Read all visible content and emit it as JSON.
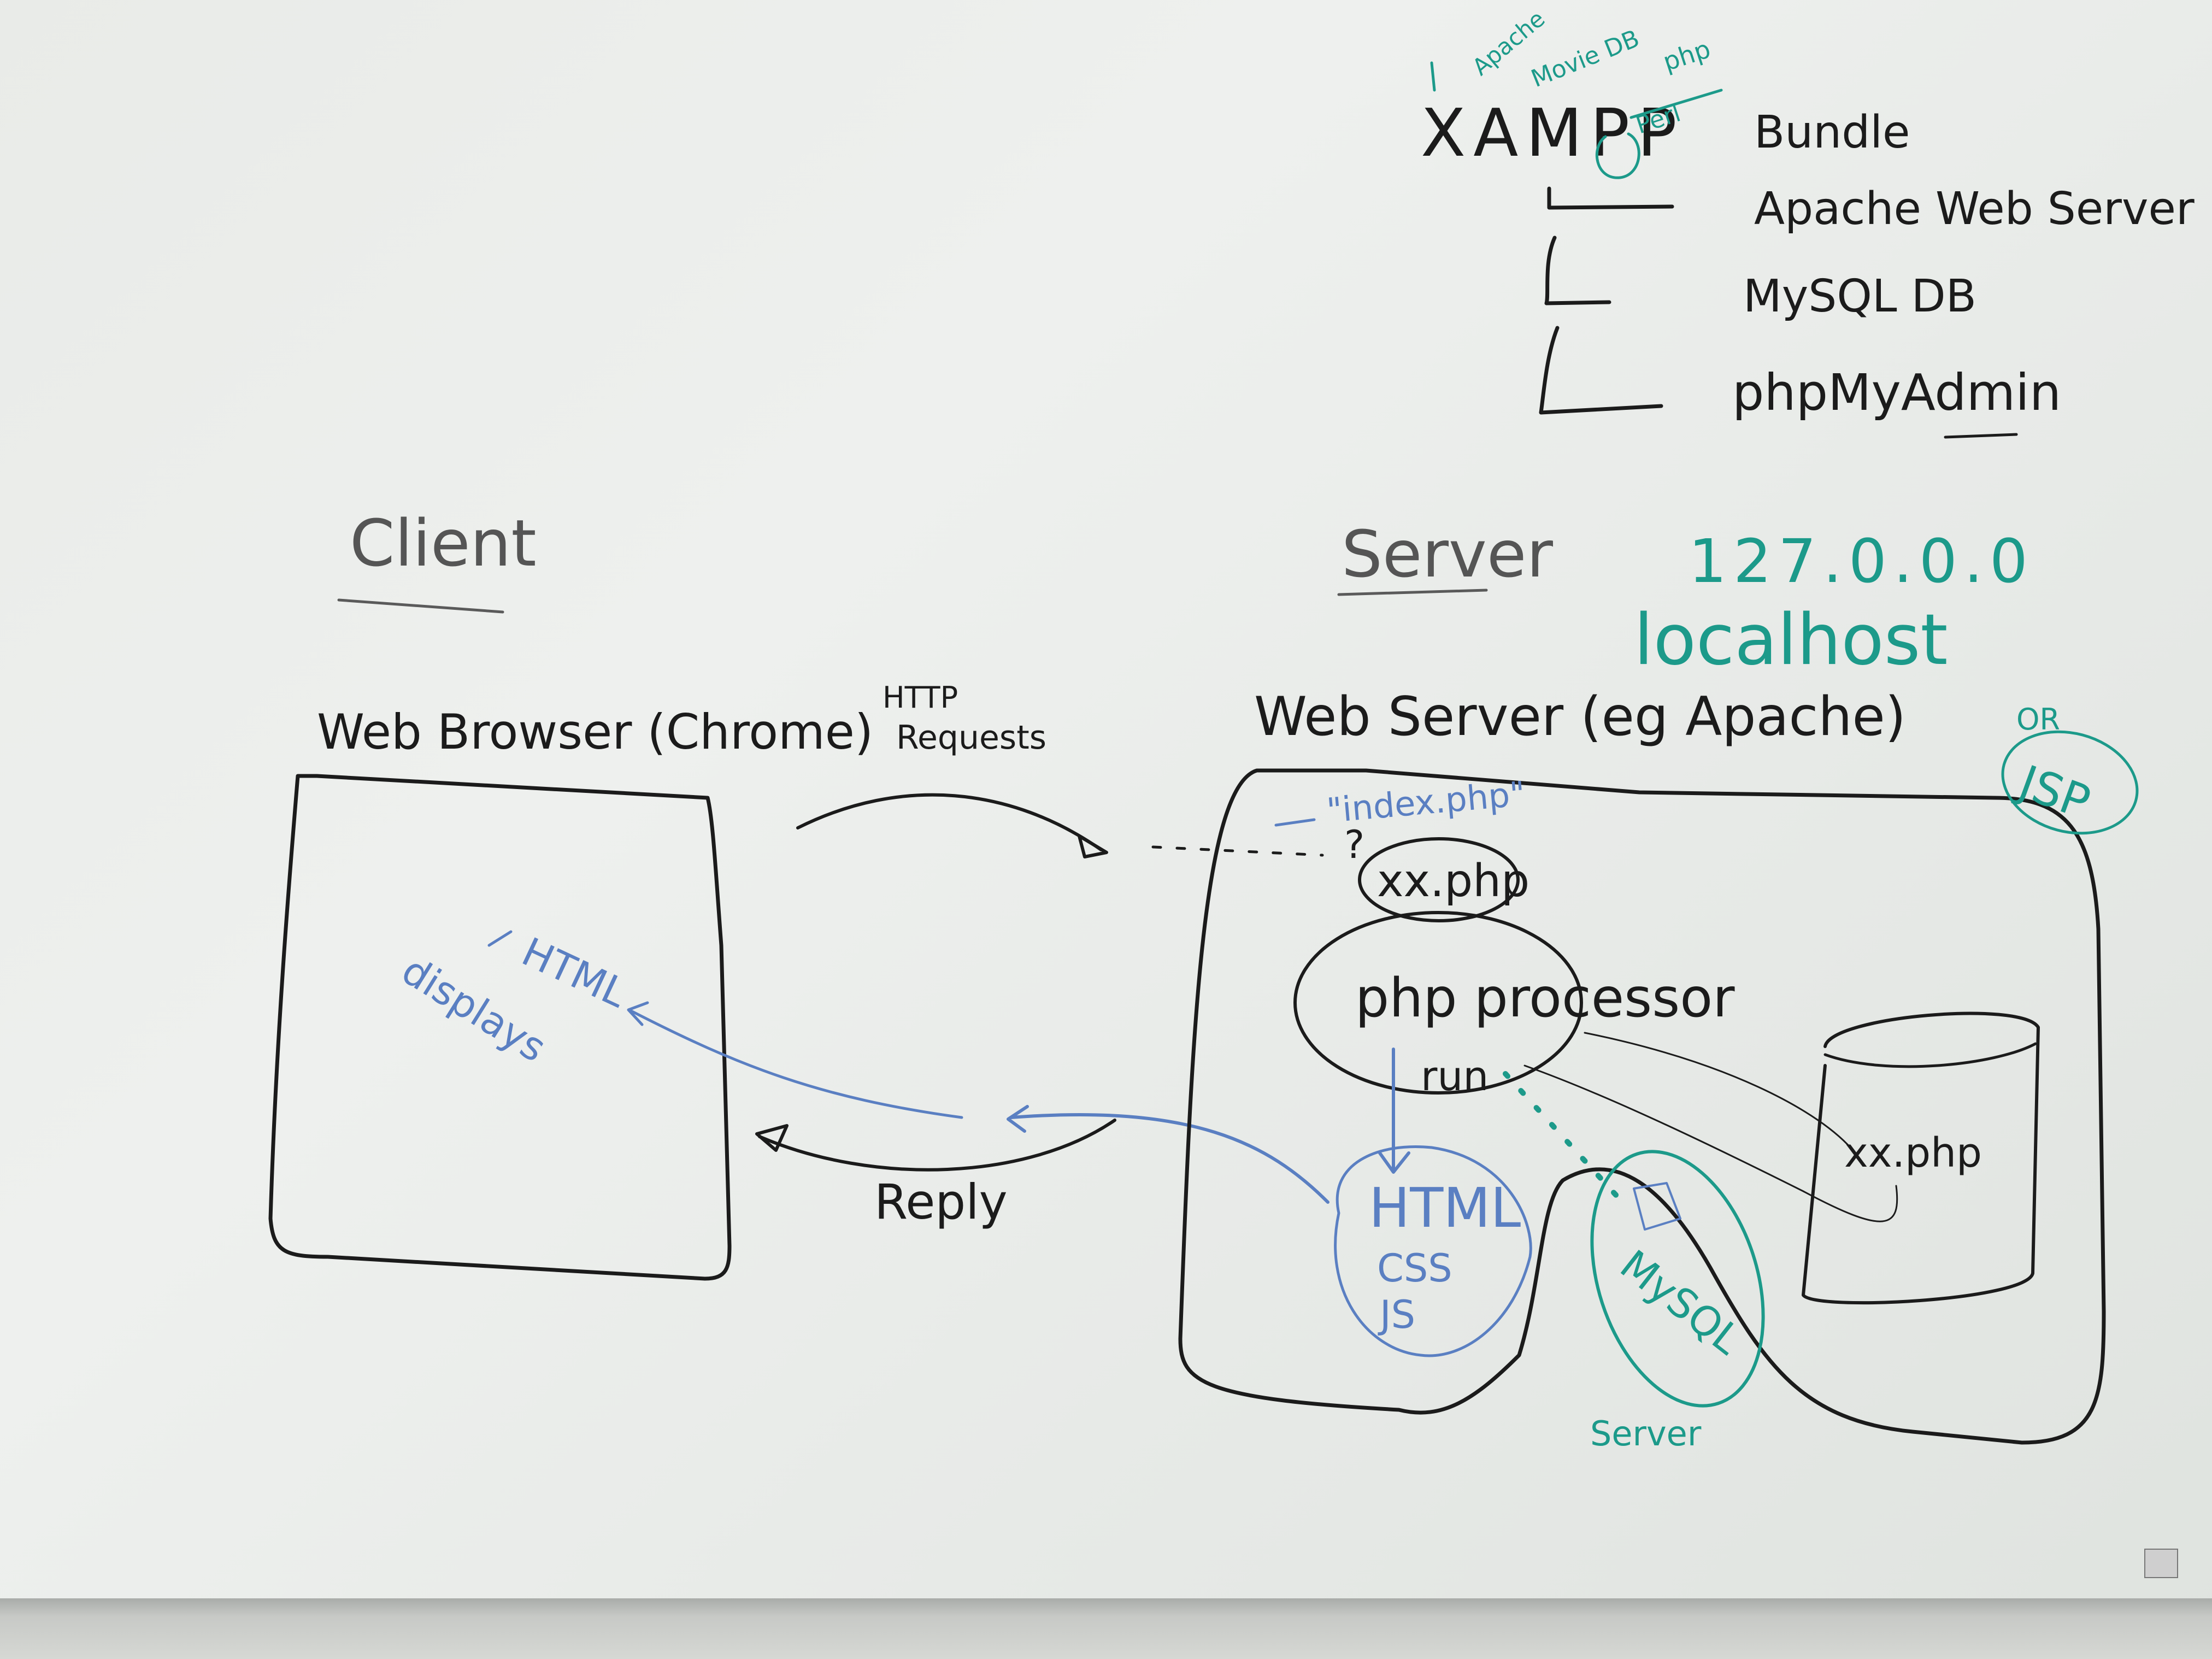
{
  "xampp": {
    "title": "XAMPP",
    "annot_apache": "Apache",
    "annot_movie_db": "Movie DB",
    "annot_php": "php",
    "annot_perl": "Perl",
    "bundle_label": "Bundle",
    "items": [
      "Apache Web Server",
      "MySQL DB",
      "phpMyAdmin"
    ]
  },
  "sections": {
    "client": "Client",
    "server": "Server"
  },
  "address": {
    "ip": "127.0.0.0",
    "host": "localhost"
  },
  "client_box": {
    "title": "Web Browser (Chrome)",
    "html_label": "HTML",
    "displays_label": "displays"
  },
  "http": {
    "request_line1": "HTTP",
    "request_line2": "Requests",
    "reply": "Reply"
  },
  "server_box": {
    "title": "Web Server (eg Apache)",
    "or_label": "OR",
    "jsp_label": "JSP",
    "index_file": "\"index.php\"",
    "question": "?",
    "xx_php": "xx.php",
    "processor": "php processor",
    "run": "run",
    "html": "HTML",
    "css": "CSS",
    "js": "JS",
    "db_file": "xx.php",
    "mysql": "MySQL",
    "mysql_server": "Server"
  },
  "colors": {
    "black_ink": "#1b1b1b",
    "blue_ink": "#5a7fc2",
    "green_ink": "#1c9a8a"
  }
}
